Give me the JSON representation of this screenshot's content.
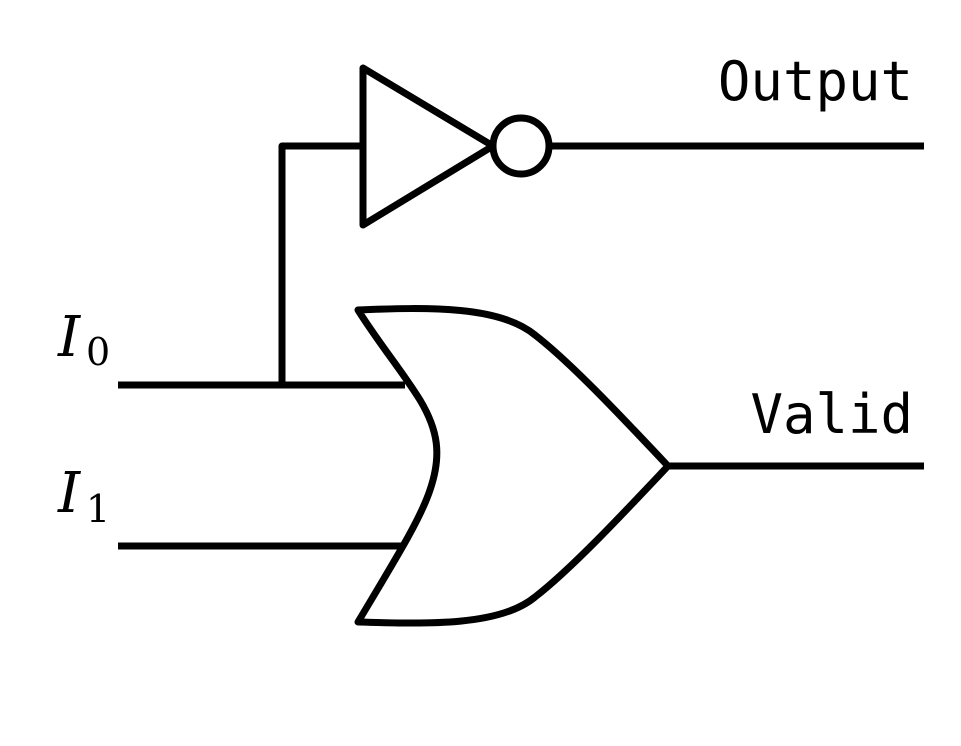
{
  "inputs": [
    {
      "symbol": "I",
      "subscript": "0"
    },
    {
      "symbol": "I",
      "subscript": "1"
    }
  ],
  "outputs": {
    "top": "Output",
    "bottom": "Valid"
  },
  "colors": {
    "stroke": "#000000",
    "background": "#ffffff"
  }
}
